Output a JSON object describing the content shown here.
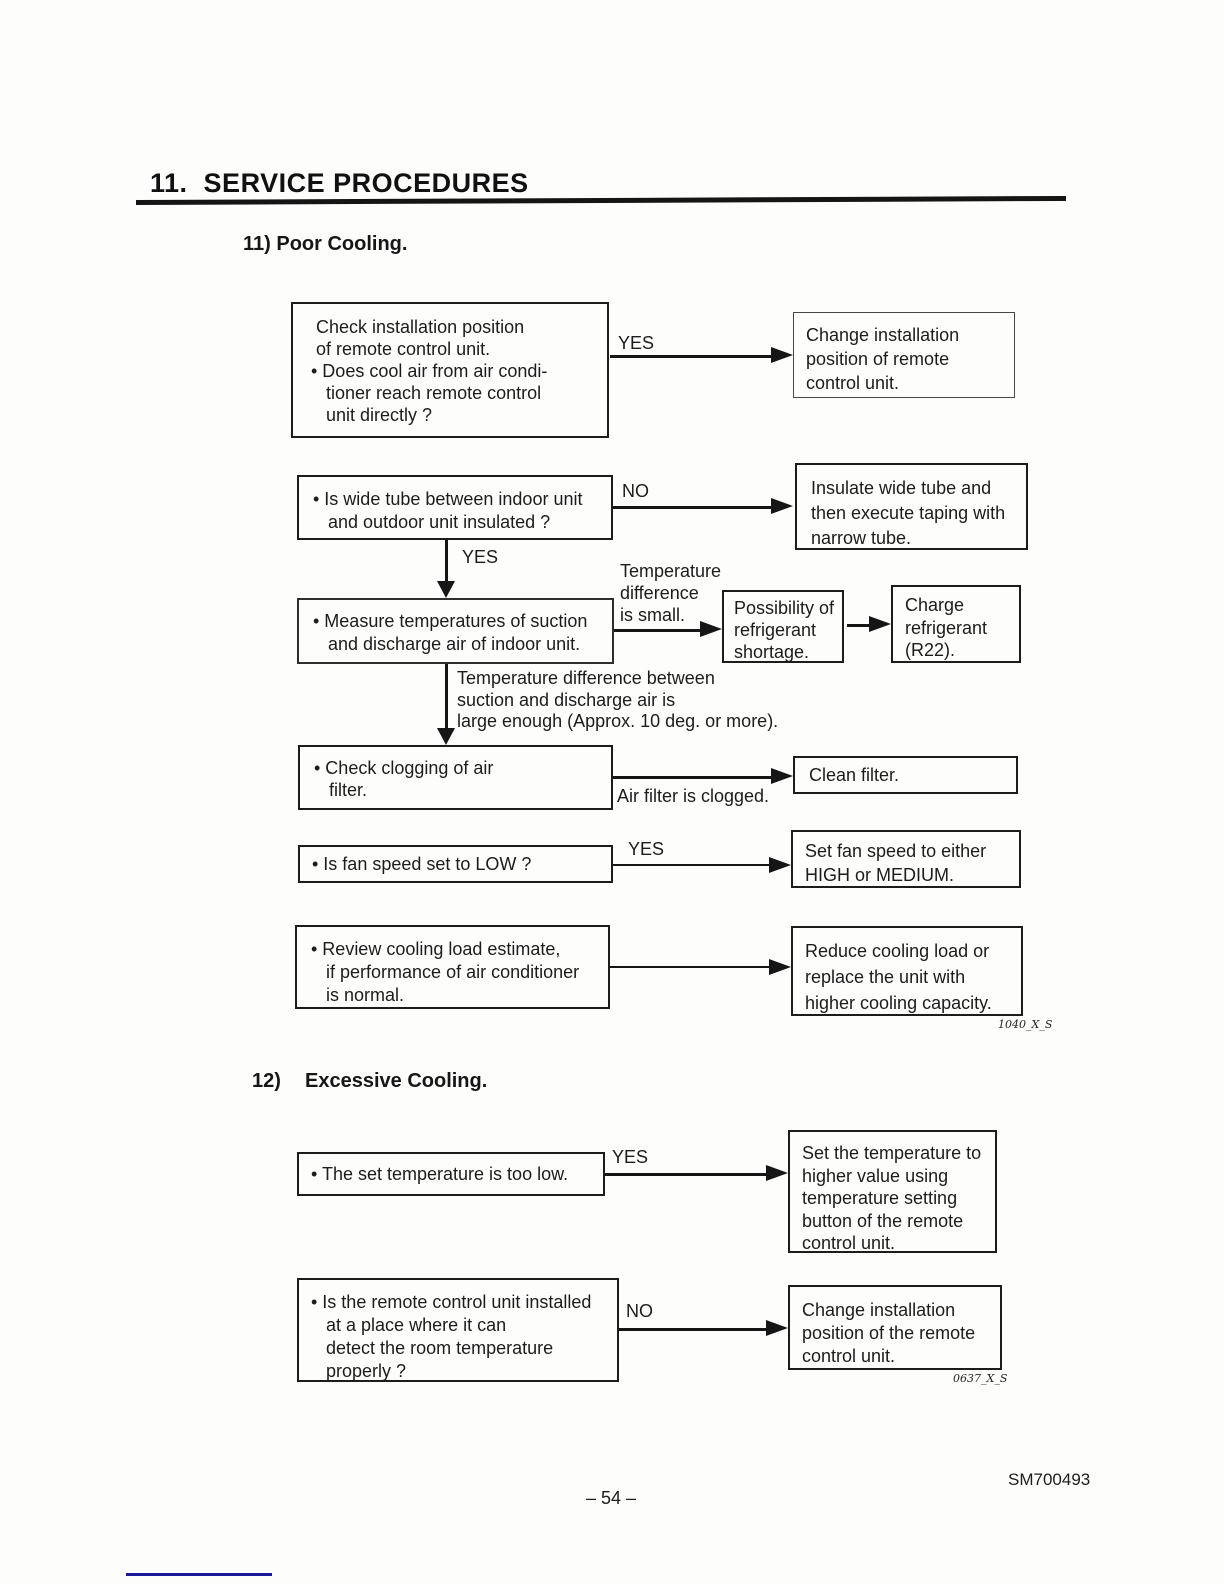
{
  "page": {
    "title": "11.  SERVICE PROCEDURES",
    "footer": {
      "page_number": "– 54 –",
      "doc_code": "SM700493"
    }
  },
  "poor_cooling": {
    "heading": "11) Poor Cooling.",
    "fig_code": "1040_X_S",
    "row1": {
      "left": " Check installation position\n of remote control unit.\n• Does cool air from air condi-\n   tioner reach remote control\n   unit directly ?",
      "label": "YES",
      "right": "Change installation\nposition of remote\ncontrol unit."
    },
    "row2": {
      "left": "• Is wide tube between indoor unit\n   and outdoor unit insulated ?",
      "label": "NO",
      "right": "Insulate wide tube and\nthen execute taping with\nnarrow tube.",
      "down_label": "YES"
    },
    "row3": {
      "left": "• Measure temperatures of suction\n   and discharge air of indoor unit.",
      "branch_label": "Temperature\ndifference\nis small.",
      "mid": "Possibility of\nrefrigerant\nshortage.",
      "right": "Charge\nrefrigerant\n(R22).",
      "down_label": "Temperature difference between\nsuction and discharge air is\nlarge enough (Approx. 10 deg. or more)."
    },
    "row4": {
      "left": "• Check clogging of air\n   filter.",
      "label": "Air filter is clogged.",
      "right": "Clean filter."
    },
    "row5": {
      "left": "• Is fan speed set to LOW ?",
      "label": "YES",
      "right": "Set fan speed to either\nHIGH or MEDIUM."
    },
    "row6": {
      "left": "• Review cooling load estimate,\n   if performance of air conditioner\n   is normal.",
      "right": "Reduce cooling load or\nreplace the unit with\nhigher cooling capacity."
    }
  },
  "excessive_cooling": {
    "heading_number": "12)",
    "heading_text": "Excessive Cooling.",
    "fig_code": "0637_X_S",
    "row1": {
      "left": "• The set temperature is too low.",
      "label": "YES",
      "right": "Set the temperature to\nhigher value using\ntemperature setting\nbutton of the remote\ncontrol unit."
    },
    "row2": {
      "left": "• Is the remote control unit installed\n   at a place where it can\n   detect the room temperature\n   properly ?",
      "label": "NO",
      "right": "Change installation\nposition of the remote\ncontrol unit."
    }
  }
}
